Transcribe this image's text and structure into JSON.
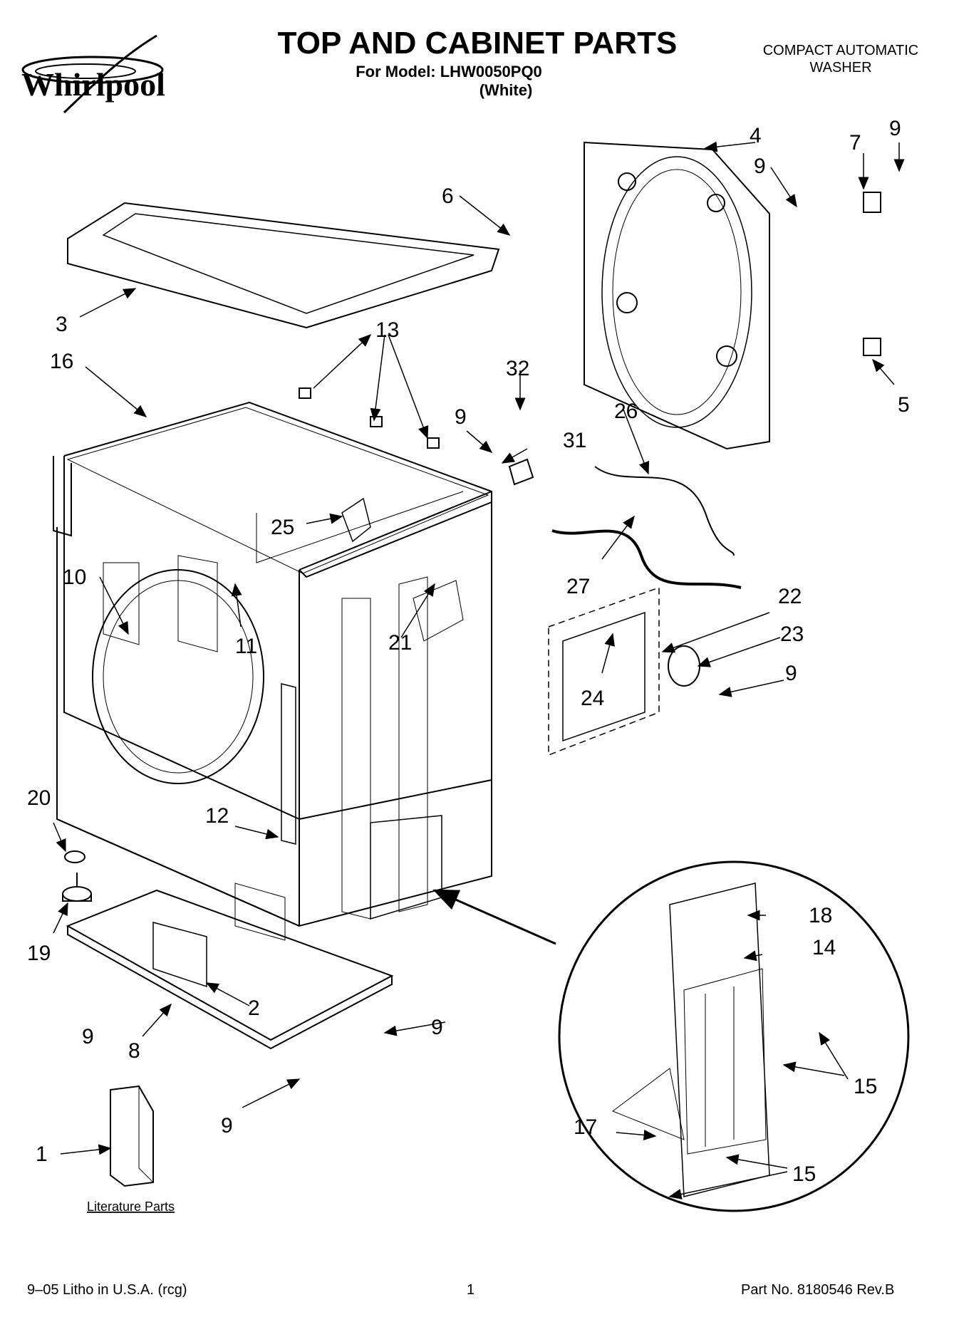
{
  "header": {
    "brand": "Whirlpool",
    "title": "TOP AND CABINET PARTS",
    "model_line": "For Model: LHW0050PQ0",
    "variant": "(White)",
    "product_type_line1": "COMPACT AUTOMATIC",
    "product_type_line2": "WASHER"
  },
  "callouts": {
    "c1": "1",
    "c2": "2",
    "c3": "3",
    "c4": "4",
    "c5": "5",
    "c6": "6",
    "c7": "7",
    "c8": "8",
    "c9a": "9",
    "c9b": "9",
    "c9c": "9",
    "c9d": "9",
    "c9e": "9",
    "c9f": "9",
    "c9g": "9",
    "c10": "10",
    "c11": "11",
    "c12": "12",
    "c13": "13",
    "c14": "14",
    "c15a": "15",
    "c15b": "15",
    "c16": "16",
    "c17": "17",
    "c18": "18",
    "c19": "19",
    "c20": "20",
    "c21": "21",
    "c22": "22",
    "c23": "23",
    "c24": "24",
    "c25": "25",
    "c26": "26",
    "c27": "27",
    "c31": "31",
    "c32": "32"
  },
  "literature_label": "Literature Parts",
  "footer": {
    "left": "9–05 Litho in U.S.A. (rcg)",
    "page": "1",
    "right": "Part No. 8180546 Rev.B"
  }
}
